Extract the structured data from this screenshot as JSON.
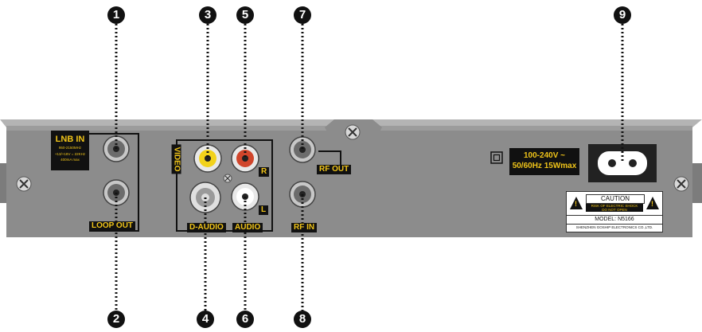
{
  "callouts": [
    "1",
    "2",
    "3",
    "4",
    "5",
    "6",
    "7",
    "8",
    "9"
  ],
  "lnb": {
    "title": "LNB IN",
    "spec_lines": [
      "950-2150MHz",
      "+13/+18V = 22KHz",
      "400mA max"
    ]
  },
  "labels": {
    "loop_out": "LOOP OUT",
    "video": "VIDEO",
    "r": "R",
    "l": "L",
    "d_audio": "D-AUDIO",
    "audio": "AUDIO",
    "rf_out": "RF OUT",
    "rf_in": "RF IN"
  },
  "power": {
    "line1": "100-240V ~",
    "line2": "50/60Hz  15Wmax"
  },
  "caution": {
    "title": "CAUTION",
    "warning_line1": "RISK OF ELECTRIC SHOCK",
    "warning_line2": "DO NOT OPEN",
    "triangle_icon": "!",
    "model": "MODEL: N5166",
    "maker": "SHENZHEN GOSHIP ELECTRONICS CO.,LTD."
  },
  "colors": {
    "panel": "#8c8c8c",
    "panel_top": "#a6a6a6",
    "label_bg": "#111111",
    "label_text": "#f0c419",
    "video_jack": "#f2d21b",
    "audio_r_jack": "#d0452b",
    "audio_l_jack": "#ffffff",
    "d_audio_jack": "#bdbdbd"
  }
}
